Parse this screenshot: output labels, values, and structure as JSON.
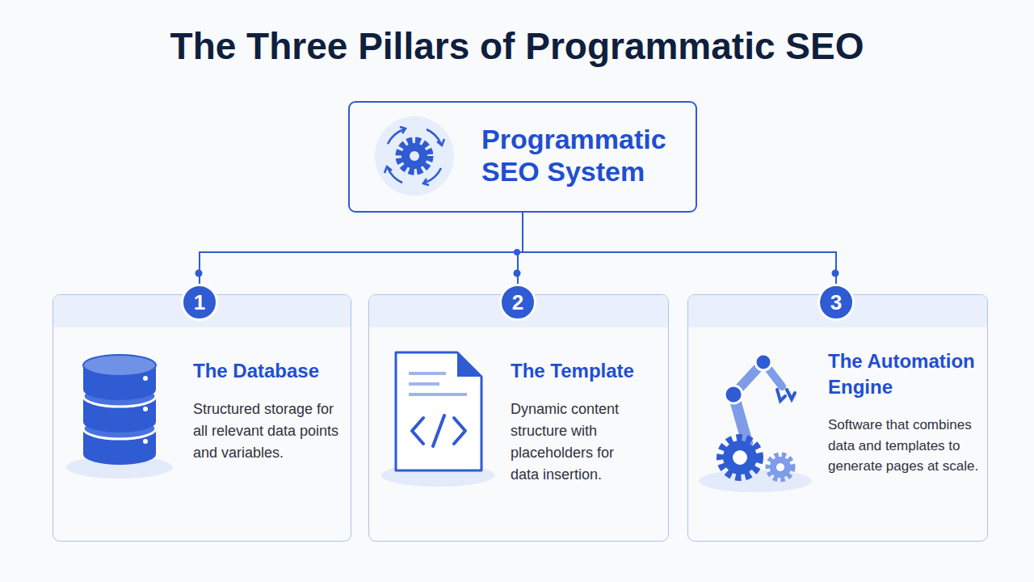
{
  "diagram": {
    "title": "The Three Pillars of Programmatic SEO",
    "nodes": [
      {
        "text": [
          "Programmatic SEO System"
        ]
      },
      {
        "text": [
          "The Database",
          "Structured storage for all relevant data points and variables."
        ]
      },
      {
        "text": [
          "1"
        ],
        "in": 1
      },
      {
        "text": [
          "The Template",
          "Dynamic content structure with placeholders for data insertion."
        ]
      },
      {
        "text": [
          "2"
        ],
        "in": 3
      },
      {
        "text": [
          "The Automation Engine",
          "Software that combines data and templates to generate pages at scale."
        ]
      },
      {
        "text": [
          "3"
        ],
        "in": 5
      }
    ],
    "edges": [
      {
        "from": 0,
        "to": 2,
        "arrow": "none"
      },
      {
        "from": 0,
        "to": 4,
        "arrow": "none"
      },
      {
        "from": 0,
        "to": 6,
        "arrow": "none"
      }
    ]
  }
}
